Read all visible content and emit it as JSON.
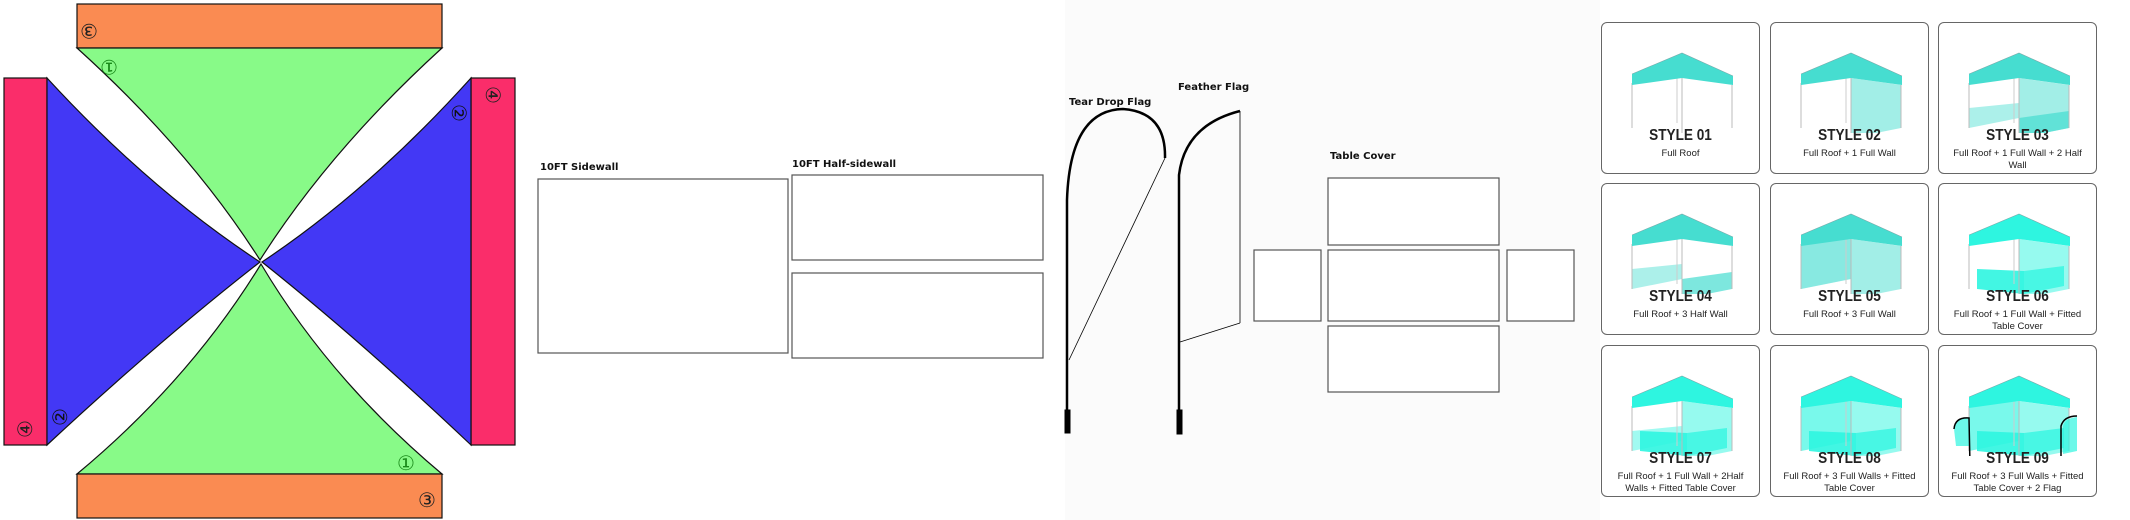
{
  "colors": {
    "orange": "#FA8B52",
    "green": "#88FA88",
    "blue": "#4338F5",
    "pink": "#FA2D6A",
    "teal": "#46DDD0",
    "teal_bright": "#2EF5E0"
  },
  "panel_numbers": {
    "top_band": "③",
    "top_triangle": "①",
    "right_band": "④",
    "right_triangle": "②",
    "left_triangle": "②",
    "left_band": "④",
    "bottom_triangle": "①",
    "bottom_band": "③"
  },
  "templates": {
    "sidewall_label": "10FT Sidewall",
    "half_sidewall_label": "10FT Half-sidewall",
    "tear_drop_label": "Tear Drop Flag",
    "feather_label": "Feather Flag",
    "table_cover_label": "Table Cover"
  },
  "styles": [
    {
      "title": "STYLE 01",
      "desc": "Full Roof"
    },
    {
      "title": "STYLE 02",
      "desc": "Full Roof + 1 Full Wall"
    },
    {
      "title": "STYLE 03",
      "desc": "Full Roof + 1 Full Wall + 2 Half  Wall"
    },
    {
      "title": "STYLE 04",
      "desc": "Full Roof + 3 Half Wall"
    },
    {
      "title": "STYLE 05",
      "desc": "Full Roof + 3 Full Wall"
    },
    {
      "title": "STYLE 06",
      "desc": "Full Roof + 1 Full Wall + Fitted Table Cover"
    },
    {
      "title": "STYLE 07",
      "desc": "Full Roof + 1 Full Wall + 2Half  Walls + Fitted Table Cover"
    },
    {
      "title": "STYLE 08",
      "desc": "Full Roof + 3 Full Walls + Fitted Table Cover"
    },
    {
      "title": "STYLE 09",
      "desc": "Full Roof + 3 Full Walls + Fitted Table Cover + 2 Flag"
    }
  ]
}
